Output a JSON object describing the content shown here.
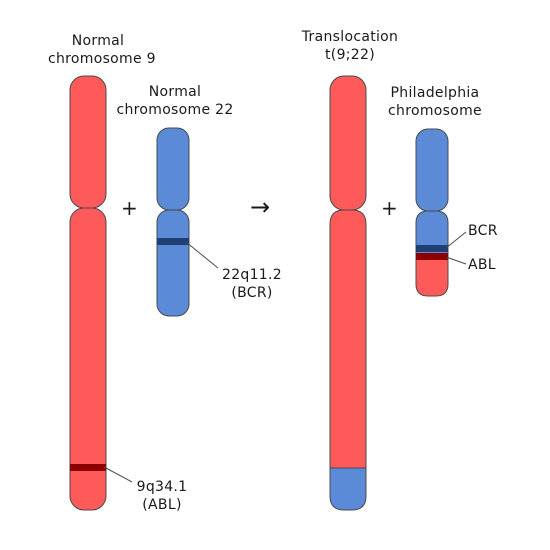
{
  "labels": {
    "normal_chr9": [
      "Normal",
      "chromosome 9"
    ],
    "normal_chr22": [
      "Normal",
      "chromosome 22"
    ],
    "translocation": [
      "Translocation",
      "t(9;22)"
    ],
    "philadelphia": [
      "Philadelphia",
      "chromosome"
    ],
    "band_22q": [
      "22q11.2",
      "(BCR)"
    ],
    "band_9q": [
      "9q34.1",
      "(ABL)"
    ],
    "bcr": "BCR",
    "abl": "ABL"
  },
  "symbols": {
    "plus": "+",
    "arrow": "→"
  },
  "colors": {
    "chr9_red": "#ff5a5a",
    "chr22_blue": "#5b8bd6",
    "bcr_band": "#1f3f73",
    "abl_band": "#8b0000",
    "outline": "#4a4a4a"
  }
}
